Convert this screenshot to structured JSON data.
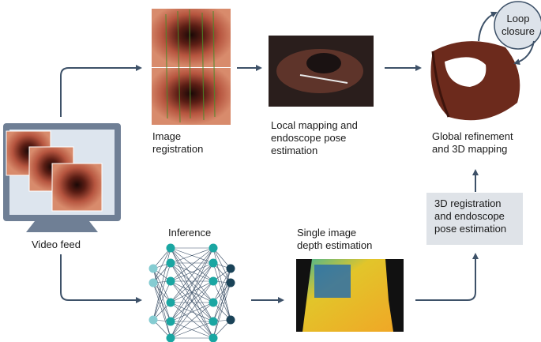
{
  "labels": {
    "video_feed": "Video feed",
    "image_registration": "Image\nregistration",
    "local_mapping": "Local mapping and\nendoscope pose\nestimation",
    "global_refinement": "Global refinement\nand 3D mapping",
    "loop_closure": "Loop\nclosure",
    "inference": "Inference",
    "single_image_depth": "Single image\ndepth estimation",
    "registration_box": "3D registration\nand endoscope\npose estimation"
  },
  "colors": {
    "arrow": "#3d5168",
    "monitor": "#6f7f95",
    "screen": "#dde5ee",
    "node_teal": "#1aa6a2",
    "node_light": "#85ccd2",
    "node_dark": "#1a4358",
    "loop_circle": "#dde3ea"
  }
}
